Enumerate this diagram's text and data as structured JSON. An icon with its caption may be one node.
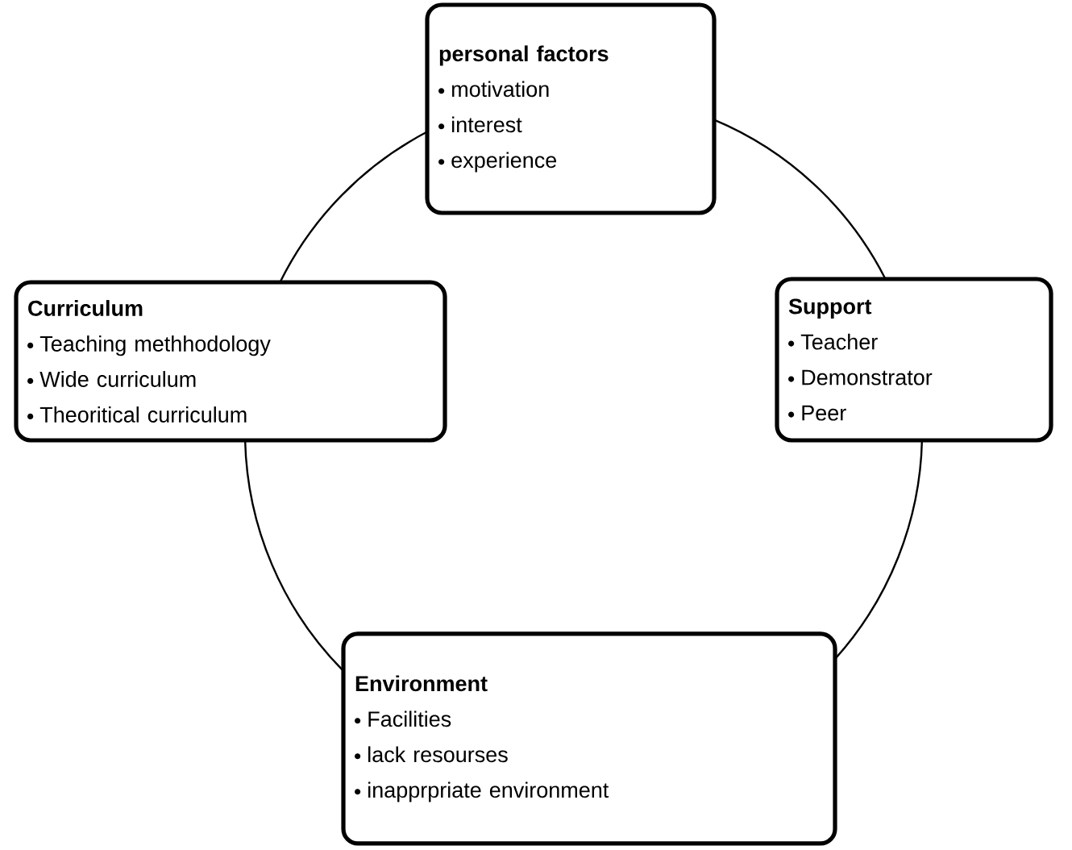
{
  "diagram": {
    "nodes": [
      {
        "text": [
          "personal factors",
          "motivation",
          "interest",
          "experience"
        ]
      },
      {
        "text": [
          "Curriculum",
          "Teaching methhodology",
          "Wide curriculum",
          "Theoritical curriculum"
        ]
      },
      {
        "text": [
          "Support",
          "Teacher",
          "Demonstrator",
          "Peer"
        ]
      },
      {
        "text": [
          "Environment",
          "Facilities",
          "lack resourses",
          "inapprpriate environment"
        ]
      }
    ],
    "edges": [
      {
        "from": 0,
        "to": 2,
        "arrow": "none"
      },
      {
        "from": 2,
        "to": 3,
        "arrow": "none"
      },
      {
        "from": 3,
        "to": 1,
        "arrow": "none"
      },
      {
        "from": 1,
        "to": 0,
        "arrow": "none"
      }
    ]
  }
}
